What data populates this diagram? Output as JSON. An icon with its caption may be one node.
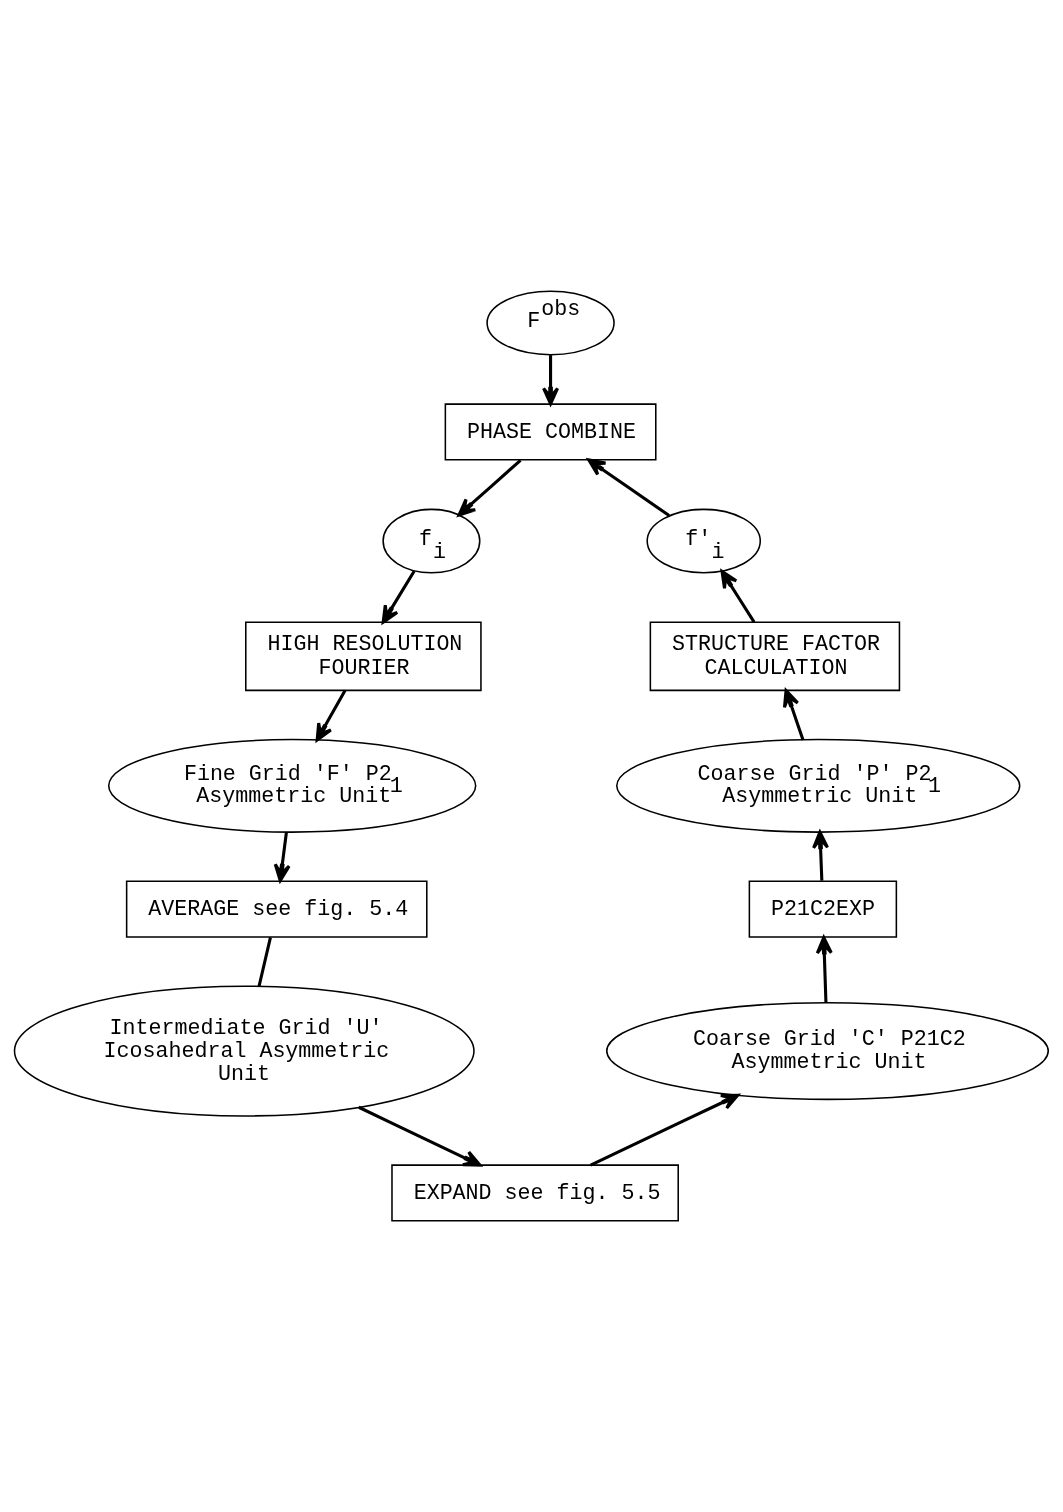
{
  "diagram": {
    "nodes": [
      {
        "text": [
          "F$^{obs}$"
        ]
      },
      {
        "text": [
          "PHASE COMBINE"
        ]
      },
      {
        "text": [
          "f'$_{i}$"
        ]
      },
      {
        "text": [
          "f$_{i}$"
        ]
      },
      {
        "text": [
          "STRUCTURE FACTOR CALCULATION"
        ]
      },
      {
        "text": [
          "HIGH RESOLUTION FOURIER"
        ]
      },
      {
        "text": [
          "Coarse Grid 'P' P2$_{1}$ Asymmetric Unit"
        ]
      },
      {
        "text": [
          "Fine Grid 'F' P2$_{1}$ Asymmetric Unit"
        ]
      },
      {
        "text": [
          "P21C2EXP"
        ]
      },
      {
        "text": [
          "AVERAGE see fig. 5.4"
        ]
      },
      {
        "text": [
          "Coarse Grid 'C' P21C2 Asymmetric Unit"
        ]
      },
      {
        "text": [
          "Intermediate Grid 'U' Icosahedral Asymmetric Unit"
        ]
      },
      {
        "text": [
          "EXPAND see fig. 5.5"
        ]
      }
    ],
    "edges": [
      {
        "from": 0,
        "to": 1,
        "arrow": "to"
      },
      {
        "from": 1,
        "to": 3,
        "arrow": "to"
      },
      {
        "from": 3,
        "to": 5,
        "arrow": "to"
      },
      {
        "from": 5,
        "to": 7,
        "arrow": "to"
      },
      {
        "from": 7,
        "to": 9,
        "arrow": "to"
      },
      {
        "from": 9,
        "to": 11,
        "arrow": "none"
      },
      {
        "from": 11,
        "to": 12,
        "arrow": "to"
      },
      {
        "from": 12,
        "to": 10,
        "arrow": "to"
      },
      {
        "from": 10,
        "to": 8,
        "arrow": "to"
      },
      {
        "from": 8,
        "to": 6,
        "arrow": "to"
      },
      {
        "from": 6,
        "to": 4,
        "arrow": "to"
      },
      {
        "from": 4,
        "to": 2,
        "arrow": "to"
      },
      {
        "from": 2,
        "to": 1,
        "arrow": "to"
      }
    ]
  }
}
